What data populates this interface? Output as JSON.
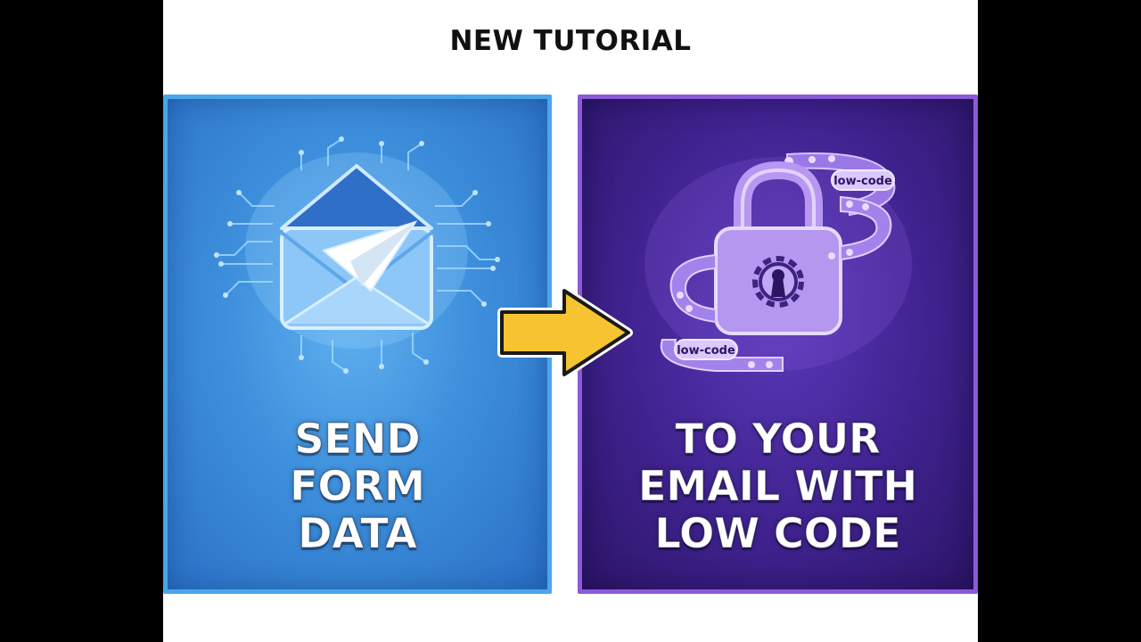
{
  "headline": "NEW TUTORIAL",
  "left_panel": {
    "lines": [
      "SEND",
      "FORM",
      "DATA"
    ],
    "icons": [
      "envelope-icon",
      "paper-plane-icon",
      "circuit-lines"
    ]
  },
  "right_panel": {
    "lines": [
      "TO YOUR",
      "EMAIL WITH",
      "LOW CODE"
    ],
    "tags": [
      "low-code",
      "low-code"
    ],
    "icons": [
      "padlock-icon",
      "gear-icon",
      "keyhole-icon"
    ]
  },
  "arrow": {
    "icon": "arrow-right-icon",
    "color": "#f7c431"
  },
  "colors": {
    "left_bg": "#3d8fdc",
    "right_bg": "#40228f",
    "headline": "#111111"
  }
}
